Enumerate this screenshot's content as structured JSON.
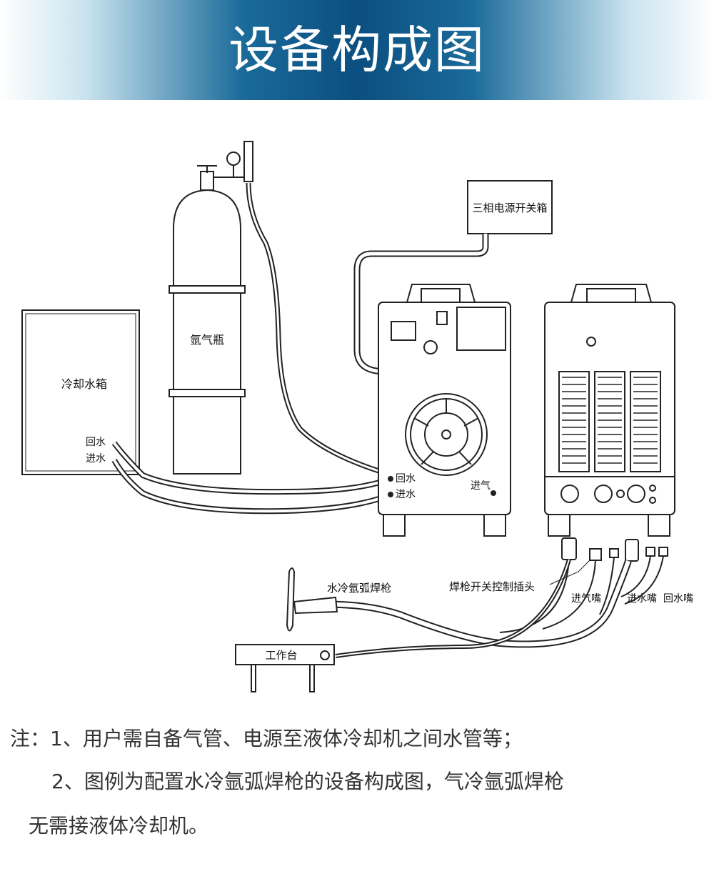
{
  "header": {
    "title": "设备构成图"
  },
  "diagram": {
    "power_box": "三相电源开关箱",
    "argon_bottle": "氩气瓶",
    "cooling_tank": "冷却水箱",
    "tank_return": "回水",
    "tank_inlet": "进水",
    "machine_return": "回水",
    "machine_inlet": "进水",
    "machine_gas": "进气",
    "torch": "水冷氩弧焊枪",
    "control_plug": "焊枪开关控制插头",
    "gas_nozzle": "进气嘴",
    "water_in_nozzle": "进水嘴",
    "water_out_nozzle": "回水嘴",
    "workbench": "工作台"
  },
  "notes": {
    "line1": "注：1、用户需自备气管、电源至液体冷却机之间水管等；",
    "line2": "2、图例为配置水冷氩弧焊枪的设备构成图，气冷氩弧焊枪",
    "line3": "无需接液体冷却机。"
  },
  "colors": {
    "banner_dark": "#0b4f80",
    "line": "#222222"
  }
}
